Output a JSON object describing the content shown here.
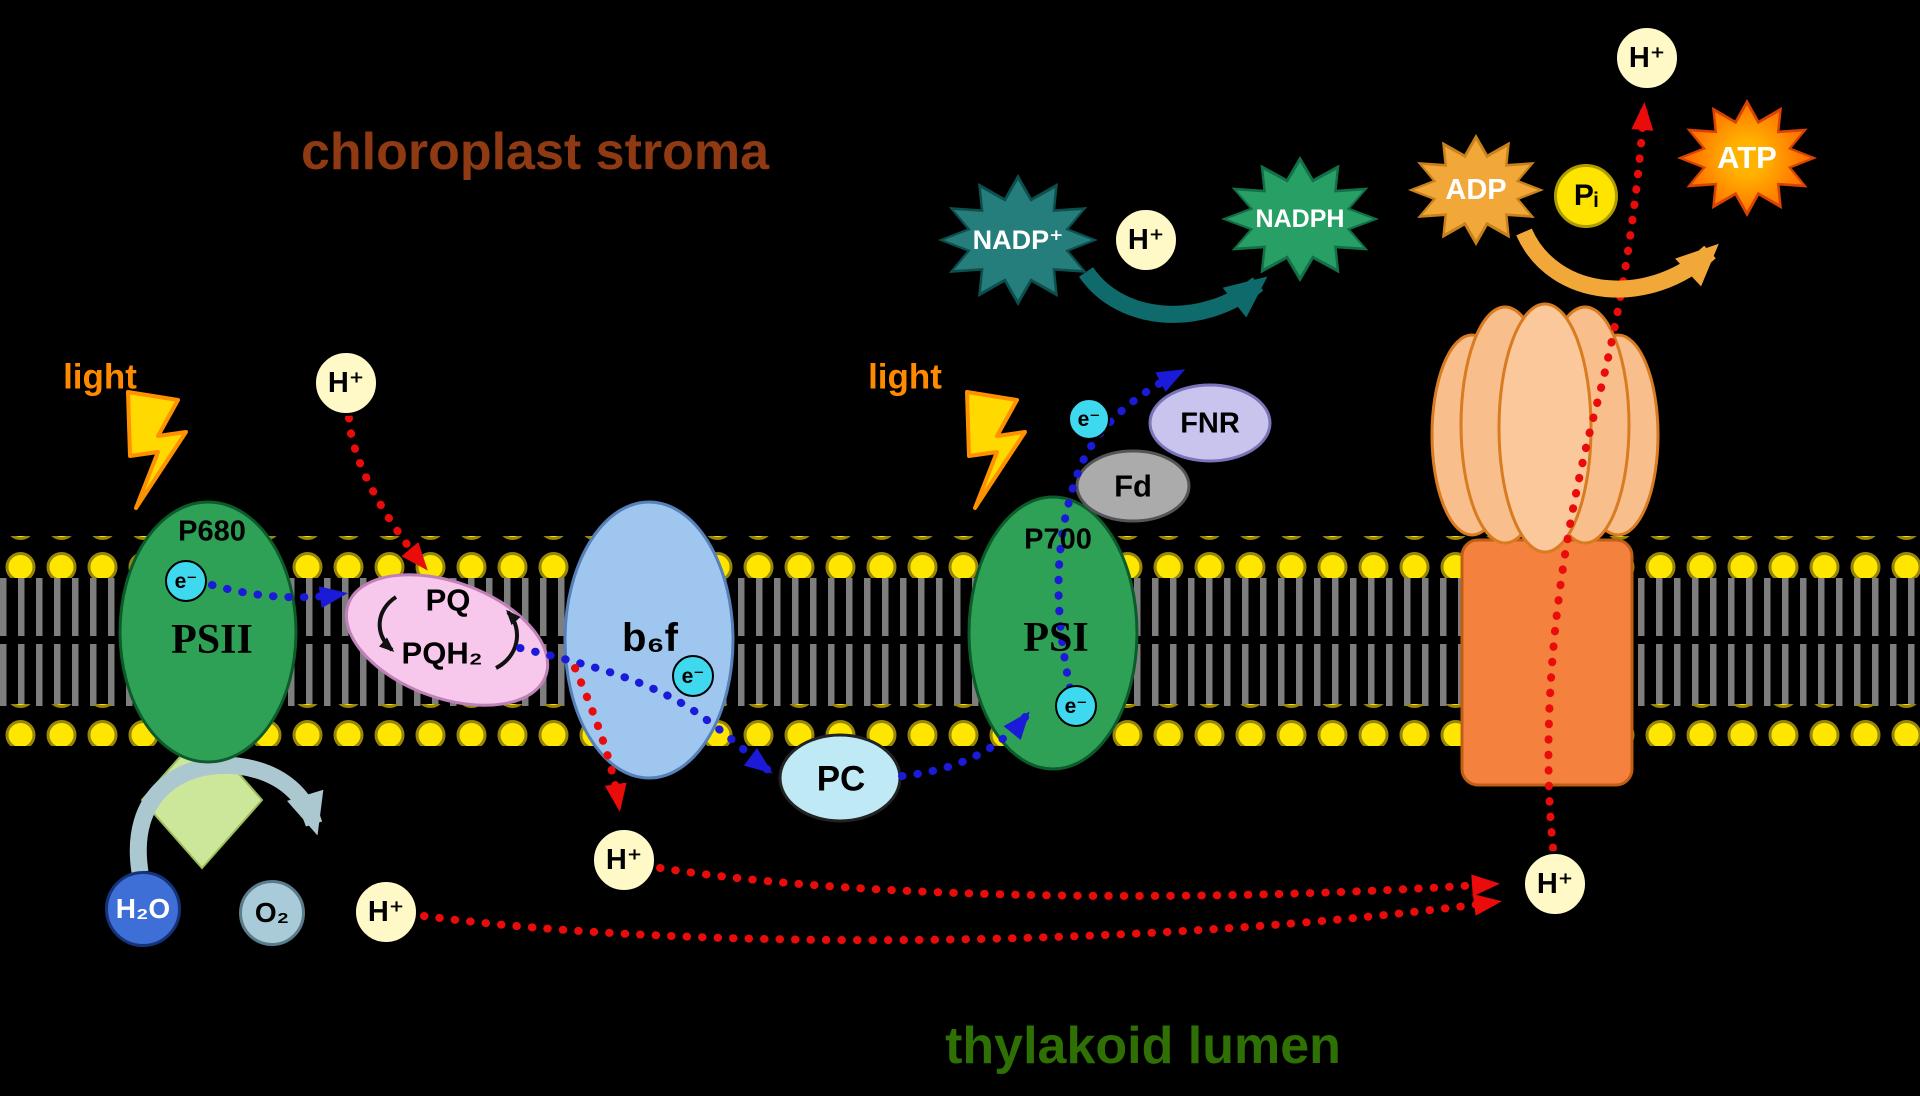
{
  "regions": {
    "stroma": "chloroplast stroma",
    "lumen": "thylakoid lumen"
  },
  "light_label": "light",
  "complexes": {
    "psii": {
      "name": "PSII",
      "reaction_center": "P680"
    },
    "plastoquinone": {
      "oxidized": "PQ",
      "reduced": "PQH₂"
    },
    "cytb6f": {
      "name": "b₆f"
    },
    "plastocyanin": {
      "name": "PC"
    },
    "psi": {
      "name": "PSI",
      "reaction_center": "P700"
    },
    "ferredoxin": {
      "name": "Fd"
    },
    "fnr": {
      "name": "FNR"
    }
  },
  "particles": {
    "electron": "e⁻",
    "proton": "H⁺"
  },
  "molecules": {
    "nadp": "NADP⁺",
    "nadph": "NADPH",
    "adp": "ADP",
    "atp": "ATP",
    "pi": "Pᵢ",
    "water": "H₂O",
    "oxygen": "O₂"
  },
  "colors": {
    "membrane_head": "#FFE600",
    "membrane_tail": "#7E7E7E",
    "photosystem_green": "#2EA156",
    "plastoquinone_pink": "#F7C7EC",
    "b6f_blue": "#9FC6EE",
    "plastocyanin_blue": "#BFE9F5",
    "ferredoxin_gray": "#ABABAB",
    "fnr_lavender": "#C9C4EE",
    "atp_synthase_orange": "#F5813E",
    "electron_cyan": "#3FD9EF",
    "proton_cream": "#FFF9C8",
    "electron_path_blue": "#1A1AD8",
    "proton_path_red": "#EA0B0B",
    "nadp_teal": "#257E7B",
    "nadph_green": "#28A065",
    "adp_orange": "#F2A838",
    "atp_orange_red": "#FF6A00",
    "water_blue": "#3E6FD6",
    "stroma_text": "#8F3A12",
    "lumen_text": "#2F7004",
    "light_text": "#FF8A00"
  }
}
